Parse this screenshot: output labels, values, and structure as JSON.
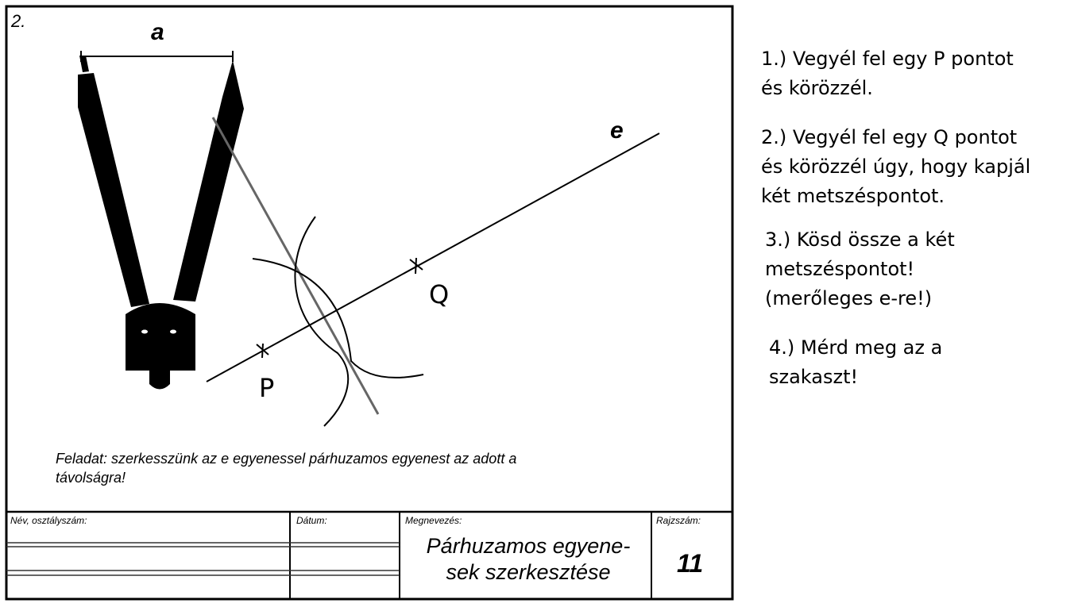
{
  "sheet": {
    "number": "2.",
    "label_a": "a",
    "label_e": "e",
    "label_p": "P",
    "label_q": "Q",
    "task": [
      "Feladat: szerkesszünk az e egyenessel párhuzamos egyenest az adott a",
      "távolságra!"
    ],
    "title_block": {
      "name_label": "Név, osztályszám:",
      "date_label": "Dátum:",
      "title_label": "Megnevezés:",
      "title": [
        "Párhuzamos egyene-",
        "sek szerkesztése"
      ],
      "drawing_number_label": "Rajzszám:",
      "drawing_number": "11"
    }
  },
  "steps": [
    [
      "1.) Vegyél fel egy P pontot",
      "és körözzél."
    ],
    [
      "2.) Vegyél fel egy Q pontot",
      "és körözzél úgy, hogy kapjál",
      "két metszéspontot."
    ],
    [
      "3.) Kösd össze a két",
      "metszéspontot!",
      "(merőleges e-re!)"
    ],
    [
      "4.) Mérd meg az a",
      "szakaszt!"
    ]
  ]
}
